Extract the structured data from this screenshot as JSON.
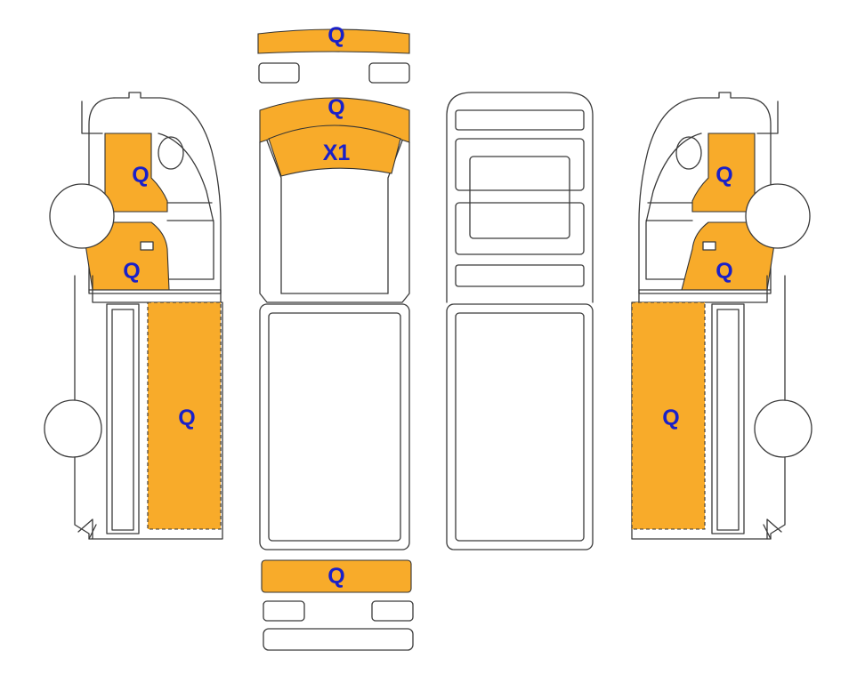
{
  "colors": {
    "panel_fill": "#f8ab2a",
    "label_color": "#1a20c8",
    "outline": "#3a3a3a"
  },
  "labels": {
    "front_bumper_top": "Q",
    "hood": "Q",
    "windshield": "X1",
    "roof": "",
    "rear_bumper": "Q",
    "left_upper_door": "Q",
    "left_lower_door": "Q",
    "left_cargo_side": "Q",
    "right_upper_door": "Q",
    "right_lower_door": "Q",
    "right_cargo_side": "Q"
  }
}
